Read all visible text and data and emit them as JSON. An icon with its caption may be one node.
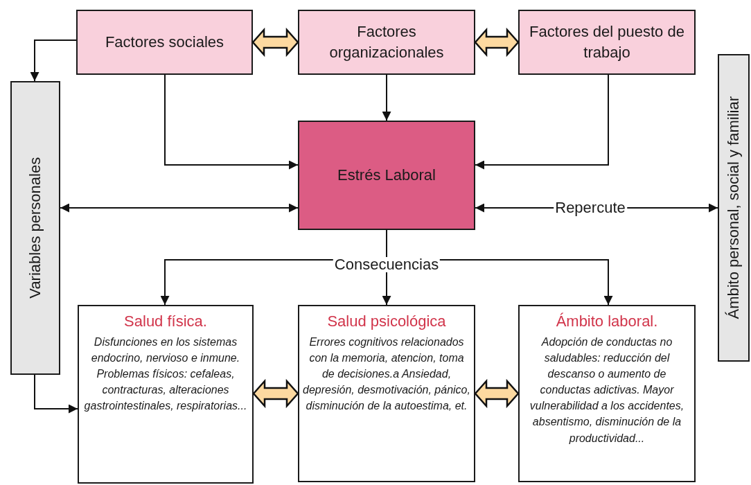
{
  "diagram": {
    "nodes": [
      {
        "text": [
          "Factores sociales"
        ]
      },
      {
        "text": [
          "Factores organizacionales"
        ]
      },
      {
        "text": [
          "Factores del puesto de trabajo"
        ]
      },
      {
        "text": [
          "Variables personales"
        ]
      },
      {
        "text": [
          "Estrés Laboral"
        ]
      },
      {
        "text": [
          "Ámbito personal, social y familiar"
        ]
      },
      {
        "text": [
          "Salud física.",
          "Disfunciones en los sistemas endocrino, nervioso e inmune. Problemas físicos: cefaleas, contracturas, alteraciones gastrointestinales, respiratorias..."
        ]
      },
      {
        "text": [
          "Salud psicológica",
          "Errores cognitivos relacionados con la memoria, atencion, toma de decisiones.a Ansiedad, depresión, desmotivación, pánico, disminución de la autoestima, et."
        ]
      },
      {
        "text": [
          "Ámbito laboral.",
          "Adopción de conductas no saludables: reducción del descanso o aumento de conductas adictivas. Mayor vulnerabilidad a los accidentes, absentismo, disminución de la productividad..."
        ]
      }
    ],
    "edges": [
      {
        "from": 0,
        "to": 1,
        "arrow": "both",
        "style": "thick",
        "color": "#fdd9a0"
      },
      {
        "from": 1,
        "to": 2,
        "arrow": "both",
        "style": "thick",
        "color": "#fdd9a0"
      },
      {
        "from": 0,
        "to": 3,
        "arrow": "to"
      },
      {
        "from": 0,
        "to": 4,
        "arrow": "to"
      },
      {
        "from": 1,
        "to": 4,
        "arrow": "to"
      },
      {
        "from": 2,
        "to": 4,
        "arrow": "to"
      },
      {
        "from": 3,
        "to": 4,
        "arrow": "both"
      },
      {
        "from": 4,
        "to": 5,
        "arrow": "both",
        "label": "Repercute"
      },
      {
        "from": 4,
        "to": 6,
        "arrow": "to"
      },
      {
        "from": 4,
        "to": 7,
        "arrow": "to",
        "label": "Consecuencias"
      },
      {
        "from": 4,
        "to": 8,
        "arrow": "to"
      },
      {
        "from": 3,
        "to": 6,
        "arrow": "to"
      },
      {
        "from": 6,
        "to": 7,
        "arrow": "both",
        "style": "thick",
        "color": "#fdd9a0"
      },
      {
        "from": 7,
        "to": 8,
        "arrow": "both",
        "style": "thick",
        "color": "#fdd9a0"
      }
    ]
  }
}
